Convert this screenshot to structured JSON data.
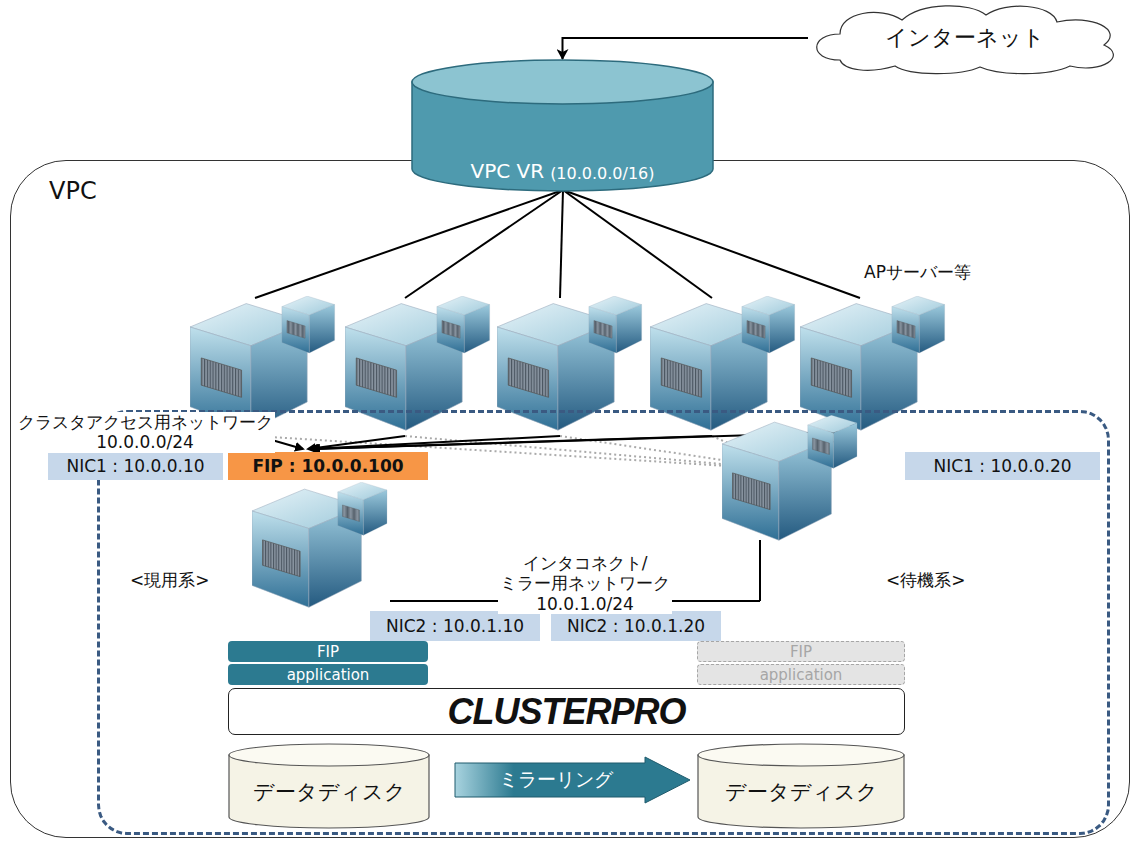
{
  "diagram": {
    "nodes": [
      {
        "text": [
          "インターネット"
        ]
      },
      {
        "text": [
          "VPC VR",
          "(10.0.0.0/16)"
        ]
      },
      {
        "text": [
          "VPC"
        ]
      },
      {
        "text": [
          "クラスタ"
        ],
        "in": 2
      },
      {
        "text": [
          "NIC1 : 10.0.0.10"
        ],
        "in": 3
      },
      {
        "text": [
          "FIP : 10.0.0.100"
        ],
        "in": 3
      },
      {
        "text": [
          "NIC1 : 10.0.0.20"
        ],
        "in": 3
      },
      {
        "text": [
          "NIC2 : 10.0.1.10"
        ],
        "in": 3
      },
      {
        "text": [
          "NIC2 : 10.0.1.20"
        ],
        "in": 3
      },
      {
        "text": [
          "FIP"
        ],
        "in": 3
      },
      {
        "text": [
          "application"
        ],
        "in": 3
      },
      {
        "text": [
          "FIP"
        ],
        "in": 3
      },
      {
        "text": [
          "application"
        ],
        "in": 3
      },
      {
        "text": [
          "CLUSTERPRO"
        ],
        "in": 3
      },
      {
        "text": [
          "データディスク"
        ],
        "in": 3
      },
      {
        "text": [
          "ミラーリング"
        ],
        "in": 3
      },
      {
        "text": [
          "データディスク"
        ],
        "in": 3
      }
    ],
    "edges": [
      {
        "from": 0,
        "to": 1,
        "arrow": "to"
      }
    ],
    "labels": [
      "APサーバー等",
      "クラスタアクセス用ネットワーク 10.0.0.0/24",
      "インタコネクト/ミラー用ネットワーク 10.0.1.0/24",
      "<現用系>",
      "<待機系>"
    ]
  }
}
